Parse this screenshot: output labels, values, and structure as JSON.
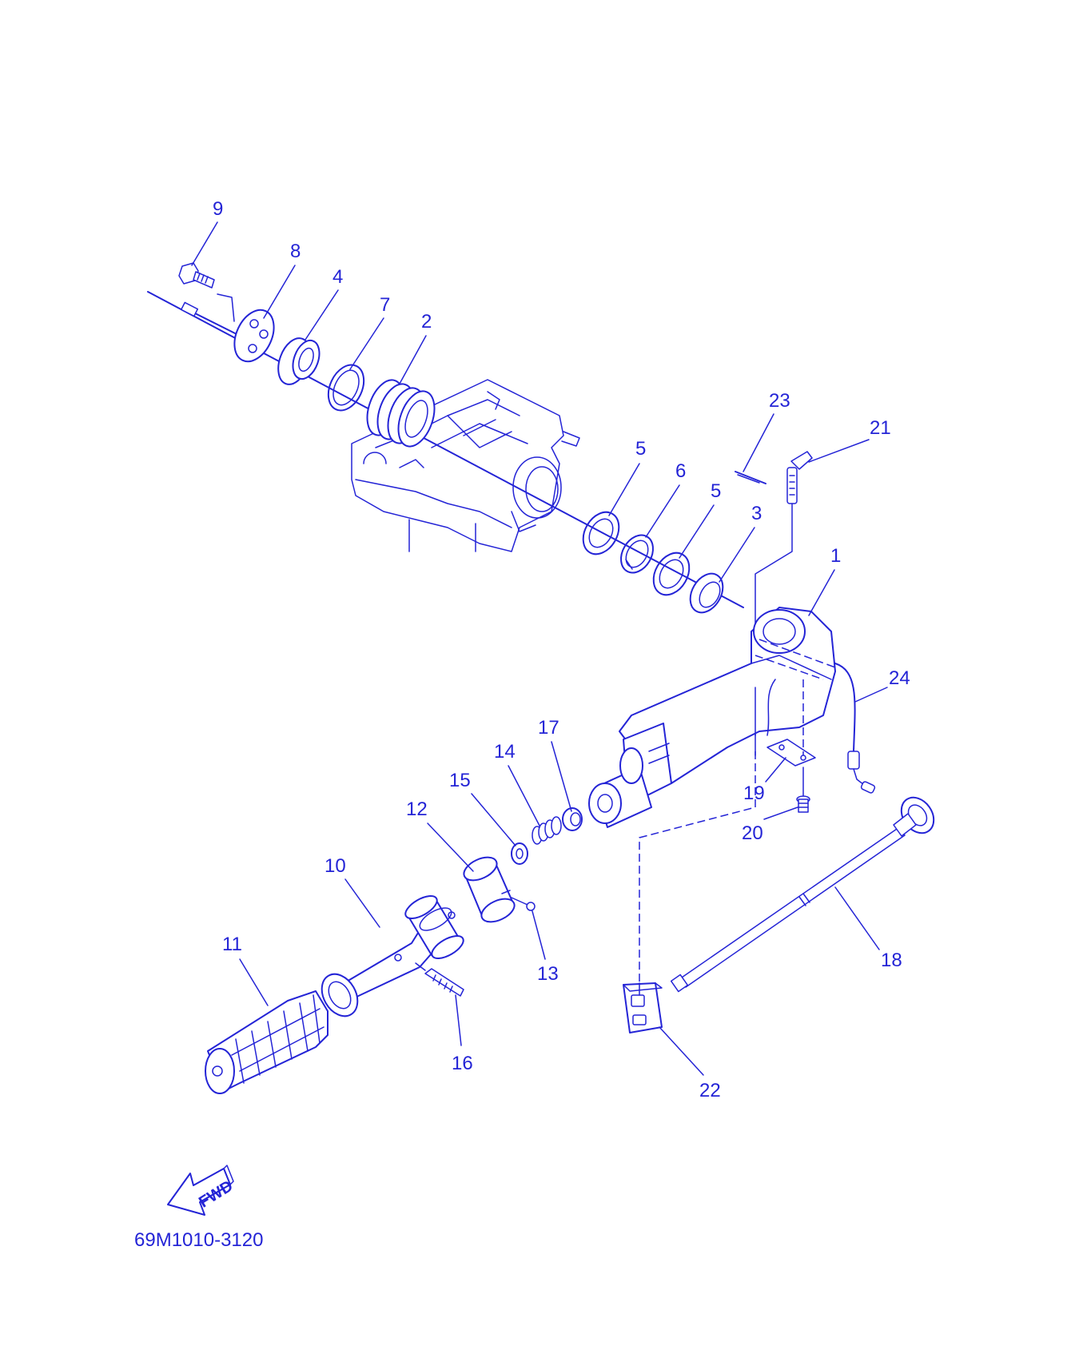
{
  "diagram": {
    "drawing_code": "69M1010-3120",
    "fwd_label": "FWD",
    "colors": {
      "ink": "#2424d6",
      "background": "#ffffff"
    },
    "callouts": [
      {
        "id": "9",
        "text": "9"
      },
      {
        "id": "8",
        "text": "8"
      },
      {
        "id": "4",
        "text": "4"
      },
      {
        "id": "7",
        "text": "7"
      },
      {
        "id": "2",
        "text": "2"
      },
      {
        "id": "23",
        "text": "23"
      },
      {
        "id": "21",
        "text": "21"
      },
      {
        "id": "5a",
        "text": "5"
      },
      {
        "id": "6",
        "text": "6"
      },
      {
        "id": "5b",
        "text": "5"
      },
      {
        "id": "3",
        "text": "3"
      },
      {
        "id": "1",
        "text": "1"
      },
      {
        "id": "24",
        "text": "24"
      },
      {
        "id": "17",
        "text": "17"
      },
      {
        "id": "14",
        "text": "14"
      },
      {
        "id": "15",
        "text": "15"
      },
      {
        "id": "12",
        "text": "12"
      },
      {
        "id": "19",
        "text": "19"
      },
      {
        "id": "20",
        "text": "20"
      },
      {
        "id": "10",
        "text": "10"
      },
      {
        "id": "11",
        "text": "11"
      },
      {
        "id": "13",
        "text": "13"
      },
      {
        "id": "18",
        "text": "18"
      },
      {
        "id": "16",
        "text": "16"
      },
      {
        "id": "22",
        "text": "22"
      }
    ]
  }
}
